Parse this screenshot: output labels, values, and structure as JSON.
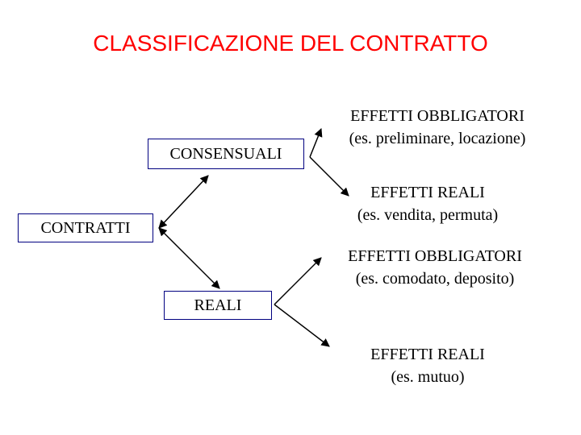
{
  "title": "CLASSIFICAZIONE DEL CONTRATTO",
  "colors": {
    "title": "#ff0000",
    "box_border": "#000080",
    "text": "#000000"
  },
  "root": "CONTRATTI",
  "branches": [
    {
      "label": "CONSENSUALI",
      "children": [
        {
          "line1": "EFFETTI OBBLIGATORI",
          "line2": "(es. preliminare, locazione)"
        },
        {
          "line1": "EFFETTI REALI",
          "line2": "(es. vendita, permuta)"
        }
      ]
    },
    {
      "label": "REALI",
      "children": [
        {
          "line1": "EFFETTI OBBLIGATORI",
          "line2": "(es. comodato, deposito)"
        },
        {
          "line1": "EFFETTI REALI",
          "line2": "(es. mutuo)"
        }
      ]
    }
  ]
}
